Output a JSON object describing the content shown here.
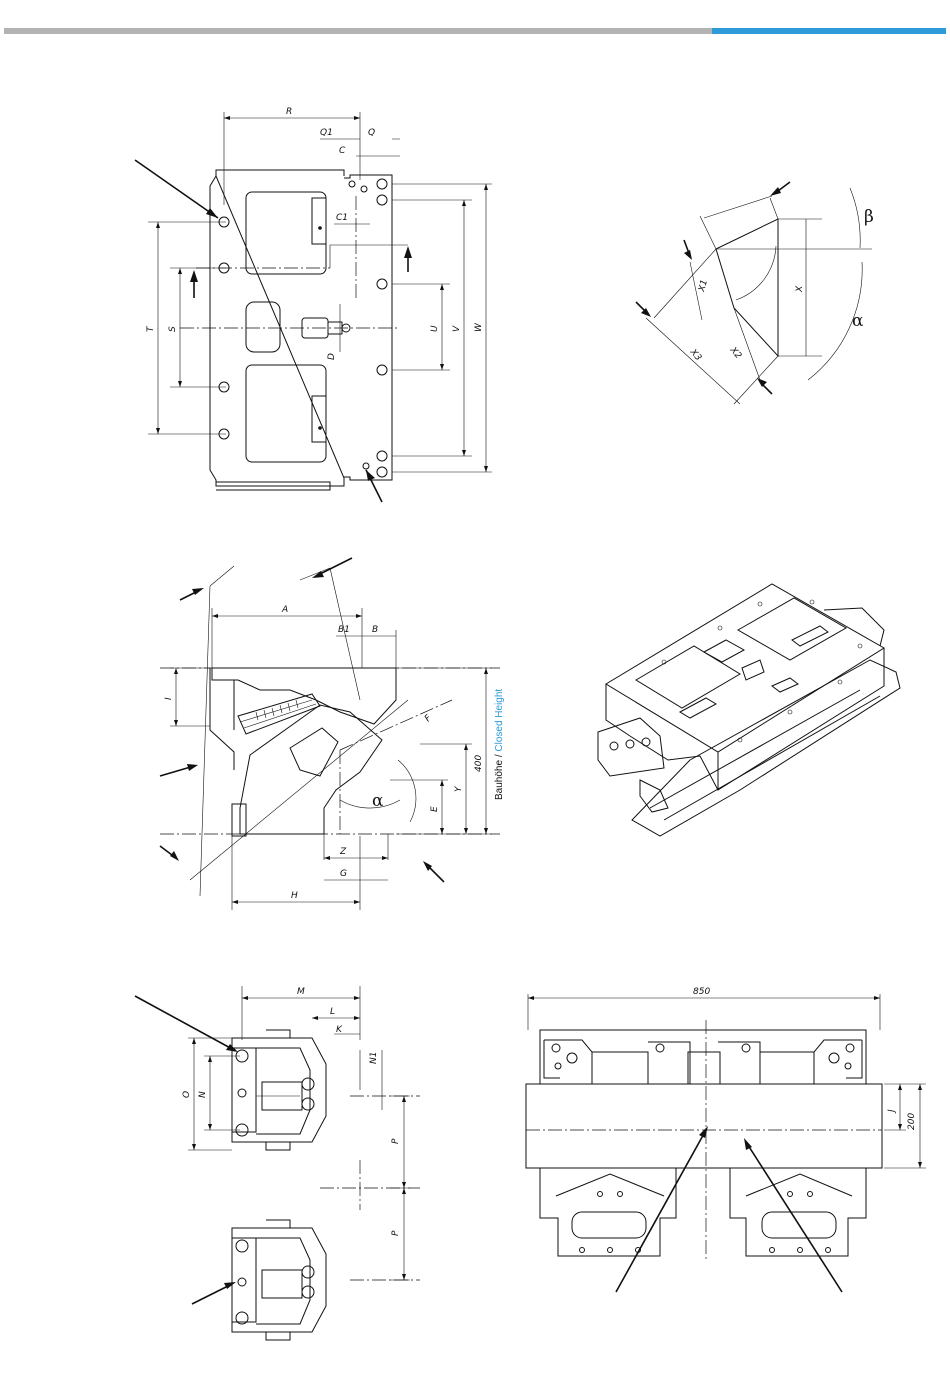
{
  "header": {
    "bar_gray": "#b3b3b3",
    "bar_blue": "#2e9ad7"
  },
  "top_view": {
    "labels": {
      "R": "R",
      "Q1": "Q1",
      "Q": "Q",
      "C": "C",
      "C1": "C1",
      "T": "T",
      "S": "S",
      "U": "U",
      "V": "V",
      "W": "W",
      "D": "D"
    }
  },
  "angle_view": {
    "labels": {
      "X": "X",
      "X1": "X1",
      "X2": "X2",
      "X3": "X3",
      "alpha": "α",
      "beta": "β"
    }
  },
  "section_view": {
    "labels": {
      "A": "A",
      "B1": "B1",
      "B": "B",
      "I": "I",
      "F": "F",
      "E": "E",
      "Y": "Y",
      "h400": "400",
      "Z": "Z",
      "G": "G",
      "H": "H",
      "alpha": "α"
    },
    "side_text_de": "Bauhöhe",
    "side_text_sep": " / ",
    "side_text_en": "Closed Height",
    "accent": "#2e9ad7"
  },
  "driver_view": {
    "labels": {
      "M": "M",
      "L": "L",
      "K": "K",
      "N1": "N1",
      "O": "O",
      "N": "N",
      "P1": "P",
      "P2": "P"
    }
  },
  "press_view": {
    "labels": {
      "w850": "850",
      "J": "J",
      "h200": "200"
    }
  }
}
